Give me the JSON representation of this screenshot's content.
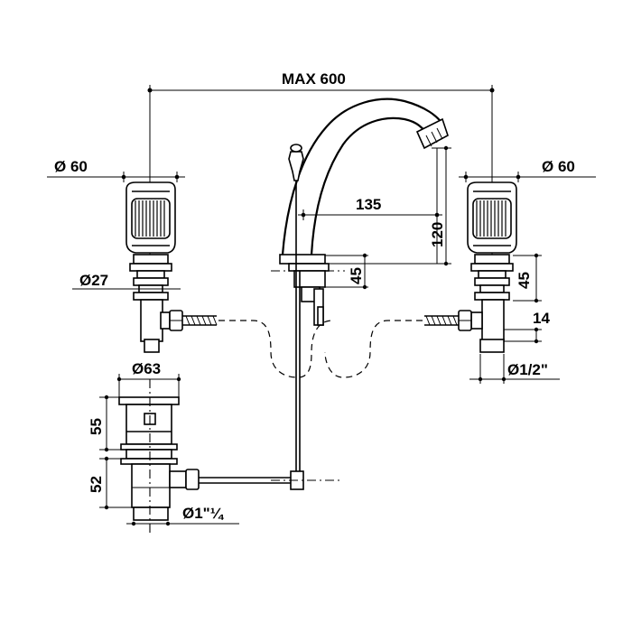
{
  "drawing": {
    "dimensions": {
      "overall_width": "MAX 600",
      "handle_diameter_left": "Ø  60",
      "handle_diameter_right": "Ø  60",
      "spout_reach": "135",
      "spout_height": "120",
      "spout_body_height": "45",
      "valve_height_right": "45",
      "stem_diameter": "Ø27",
      "outlet_offset": "14",
      "connection_thread": "Ø1/2\"",
      "waste_diameter": "Ø63",
      "waste_upper_height": "55",
      "waste_lower_height": "52",
      "waste_thread": "Ø1\"¼"
    }
  }
}
